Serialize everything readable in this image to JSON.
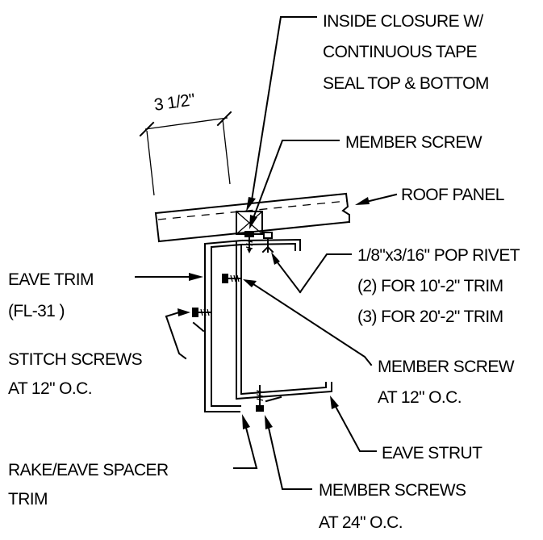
{
  "labels": {
    "inside_closure_1": "INSIDE CLOSURE W/",
    "inside_closure_2": "CONTINUOUS TAPE",
    "inside_closure_3": "SEAL TOP & BOTTOM",
    "dimension": "3 1/2\"",
    "member_screw_top": "MEMBER SCREW",
    "roof_panel": "ROOF PANEL",
    "pop_rivet_1": "1/8\"x3/16\" POP RIVET",
    "pop_rivet_2": "(2) FOR 10'-2\" TRIM",
    "pop_rivet_3": "(3) FOR 20'-2\" TRIM",
    "eave_trim_1": "EAVE TRIM",
    "eave_trim_2": "(FL-31 )",
    "stitch_screws_1": "STITCH SCREWS",
    "stitch_screws_2": "AT 12\" O.C.",
    "member_screw_mid_1": "MEMBER SCREW",
    "member_screw_mid_2": "AT 12\" O.C.",
    "eave_strut": "EAVE STRUT",
    "spacer_trim_1": "RAKE/EAVE SPACER",
    "spacer_trim_2": "TRIM",
    "member_screws_bottom_1": "MEMBER SCREWS",
    "member_screws_bottom_2": "AT 24\" O.C."
  }
}
